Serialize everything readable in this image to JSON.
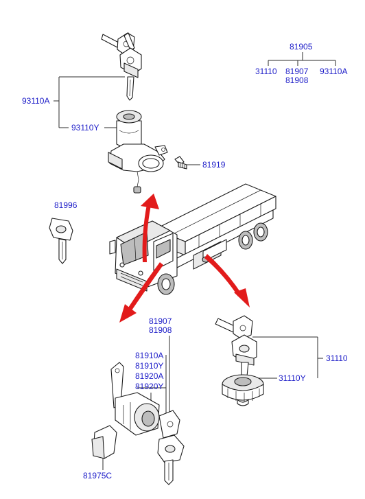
{
  "diagram": {
    "part_numbers": {
      "key_93110a": "93110A",
      "cyl_93110y": "93110Y",
      "bolt_81919": "81919",
      "key_81996": "81996",
      "top_81905": "81905",
      "top_31110": "31110",
      "top_81907": "81907",
      "top_81908": "81908",
      "top_93110a": "93110A",
      "door_81907": "81907",
      "door_81908": "81908",
      "door_81910a": "81910A",
      "door_81910y": "81910Y",
      "door_81920a": "81920A",
      "door_81920y": "81920Y",
      "cover_81975c": "81975C",
      "fuel_31110": "31110",
      "fuel_31110y": "31110Y"
    },
    "colors": {
      "label_text": "#1c1cc8",
      "arrows": "#e21b1b",
      "lines": "#2b2b2b"
    }
  }
}
